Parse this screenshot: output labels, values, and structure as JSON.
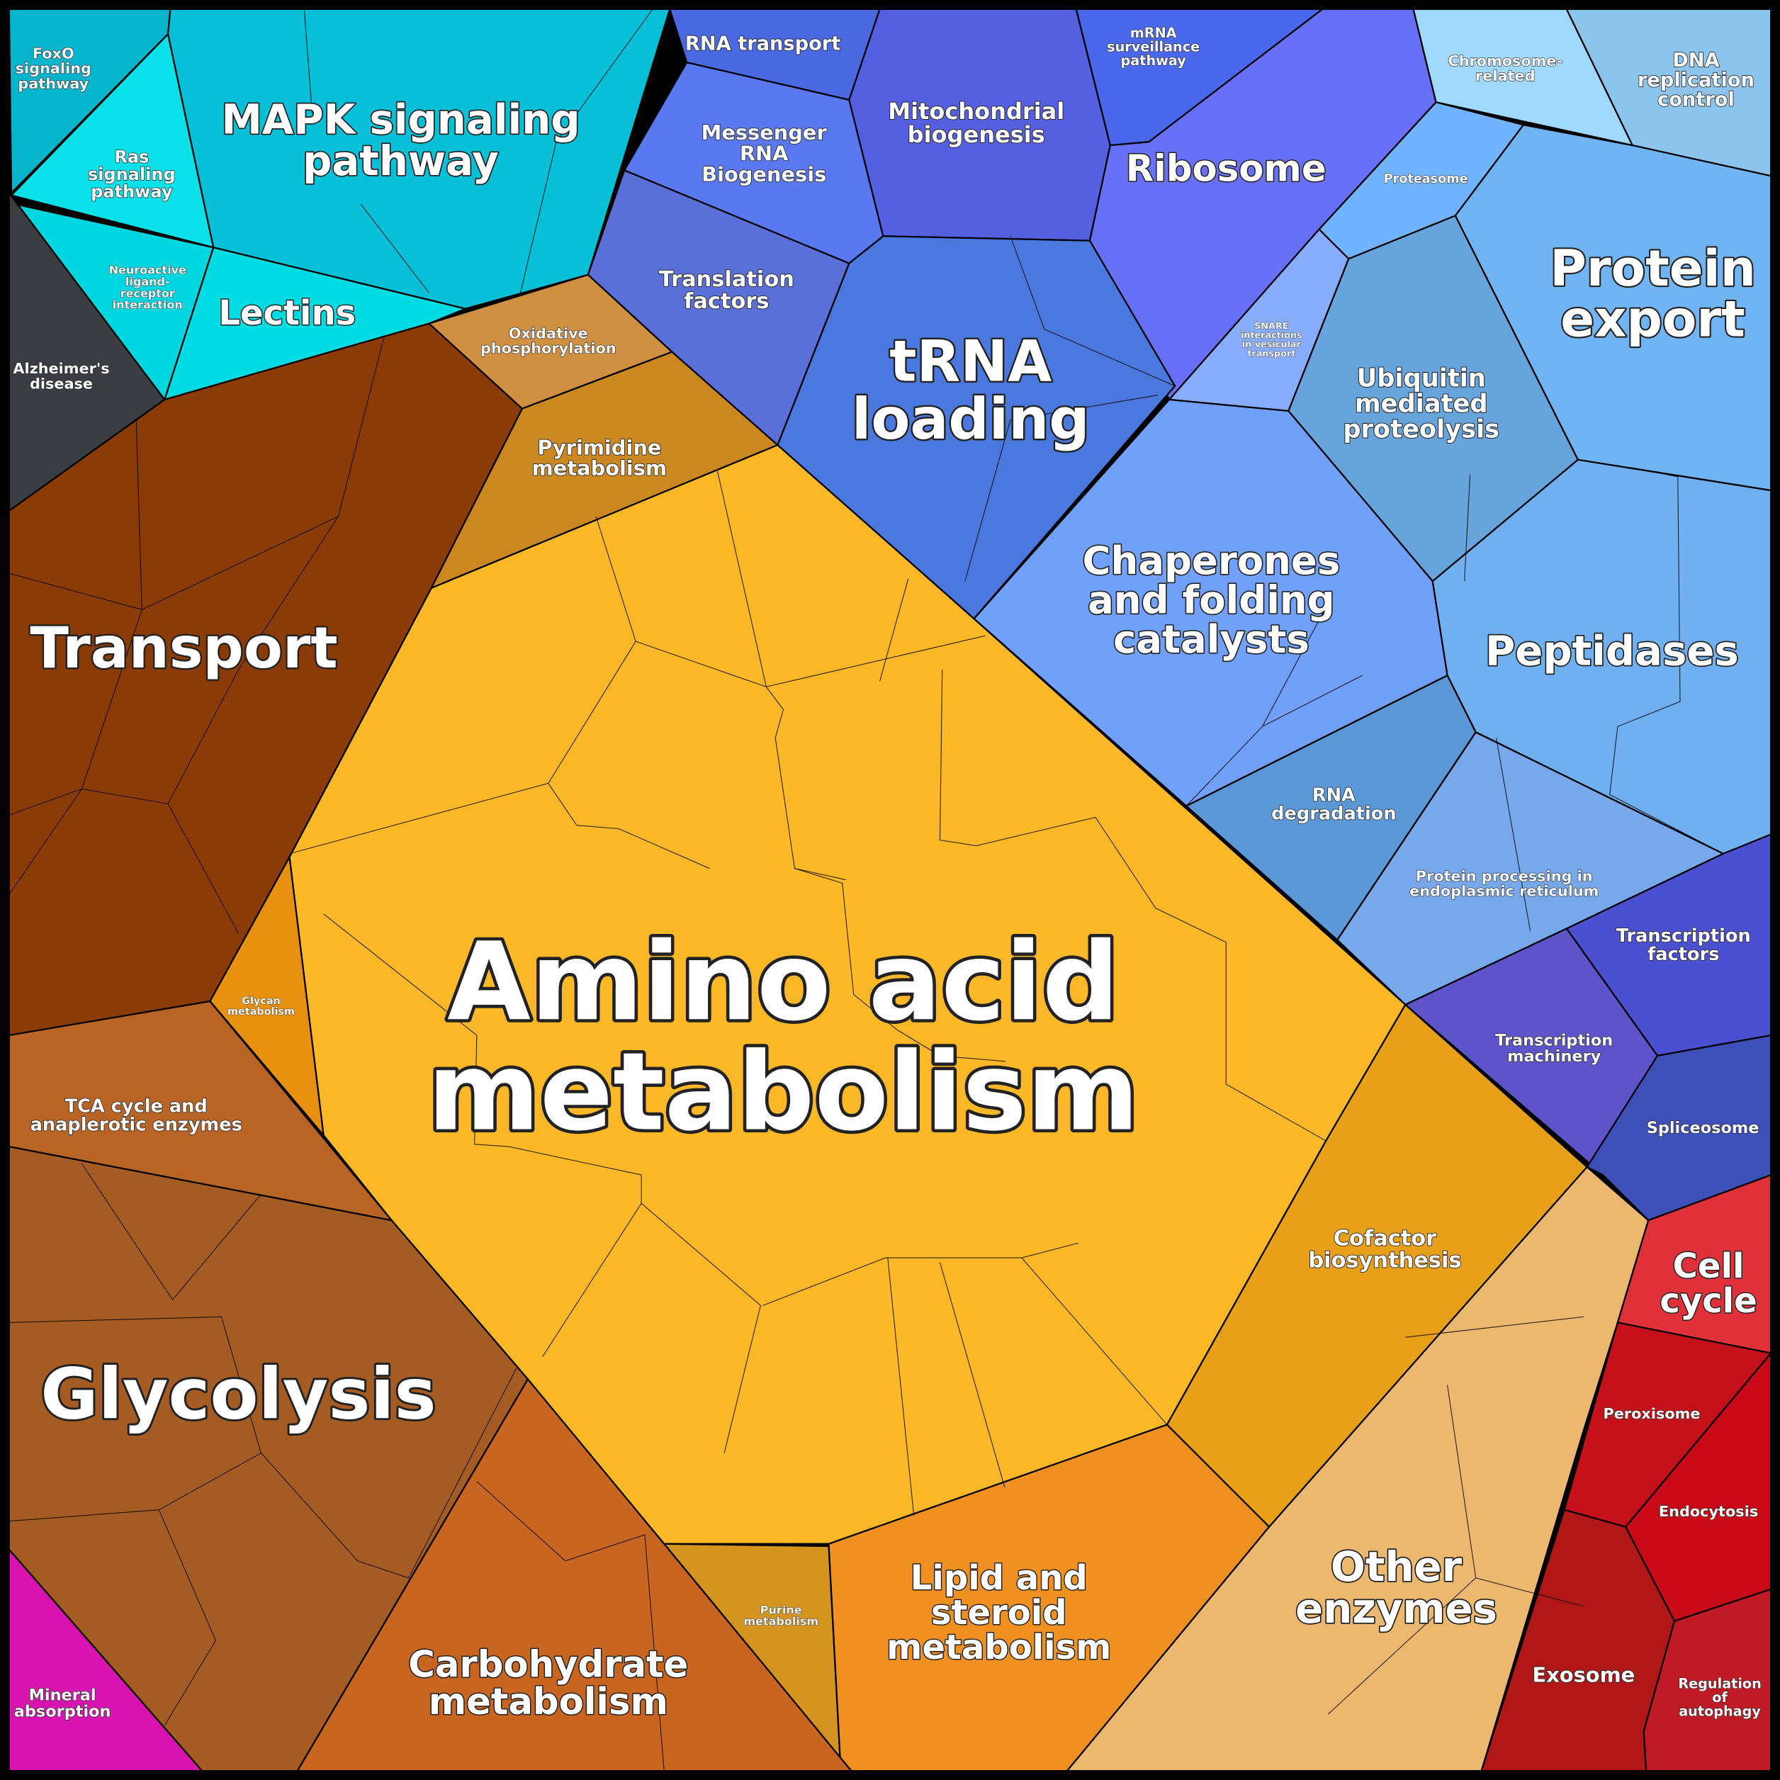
{
  "title": "Proteomap",
  "regions": [
    {
      "id": "foxo",
      "lines": [
        "FoxO",
        "signaling",
        "pathway"
      ],
      "color": "#06b4cc"
    },
    {
      "id": "ras",
      "lines": [
        "Ras",
        "signaling",
        "pathway"
      ],
      "color": "#0ae0e8"
    },
    {
      "id": "mapk",
      "lines": [
        "MAPK signaling",
        "pathway"
      ],
      "color": "#06c0d8"
    },
    {
      "id": "neuro",
      "lines": [
        "Neuroactive",
        "ligand-",
        "receptor",
        "interaction"
      ],
      "color": "#00d6e0"
    },
    {
      "id": "lectins",
      "lines": [
        "Lectins"
      ],
      "color": "#00dce2"
    },
    {
      "id": "alz",
      "lines": [
        "Alzheimer's",
        "disease"
      ],
      "color": "#3a3d42"
    },
    {
      "id": "transport",
      "lines": [
        "Transport"
      ],
      "color": "#8b3c06"
    },
    {
      "id": "oxphos",
      "lines": [
        "Oxidative",
        "phosphorylation"
      ],
      "color": "#d09042"
    },
    {
      "id": "pyr",
      "lines": [
        "Pyrimidine",
        "metabolism"
      ],
      "color": "#cc8820"
    },
    {
      "id": "amino",
      "lines": [
        "Amino acid",
        "metabolism"
      ],
      "color": "#fdb827"
    },
    {
      "id": "glycan",
      "lines": [
        "Glycan",
        "metabolism"
      ],
      "color": "#e89010"
    },
    {
      "id": "cofactor",
      "lines": [
        "Cofactor",
        "biosynthesis"
      ],
      "color": "#e8a018"
    },
    {
      "id": "purine",
      "lines": [
        "Purine",
        "metabolism"
      ],
      "color": "#d49520"
    },
    {
      "id": "lipid",
      "lines": [
        "Lipid and",
        "steroid",
        "metabolism"
      ],
      "color": "#f09020"
    },
    {
      "id": "other",
      "lines": [
        "Other",
        "enzymes"
      ],
      "color": "#ecb870"
    },
    {
      "id": "cellcycle",
      "lines": [
        "Cell",
        "cycle"
      ],
      "color": "#e0303a"
    },
    {
      "id": "perox",
      "lines": [
        "Peroxisome"
      ],
      "color": "#c41018"
    },
    {
      "id": "endo",
      "lines": [
        "Endocytosis"
      ],
      "color": "#c80a18"
    },
    {
      "id": "exo",
      "lines": [
        "Exosome"
      ],
      "color": "#b01818"
    },
    {
      "id": "regul",
      "lines": [
        "Regulation",
        "of",
        "autophagy"
      ],
      "color": "#c01a24"
    },
    {
      "id": "glycolysis",
      "lines": [
        "Glycolysis"
      ],
      "color": "#a55c22"
    },
    {
      "id": "tca",
      "lines": [
        "TCA cycle and",
        "anaplerotic enzymes"
      ],
      "color": "#b86425"
    },
    {
      "id": "carb",
      "lines": [
        "Carbohydrate",
        "metabolism"
      ],
      "color": "#c86520"
    },
    {
      "id": "mineral",
      "lines": [
        "Mineral",
        "absorption"
      ],
      "color": "#d814b0"
    },
    {
      "id": "rnatrans",
      "lines": [
        "RNA transport"
      ],
      "color": "#4a68e0"
    },
    {
      "id": "mrnabio",
      "lines": [
        "Messenger",
        "RNA",
        "Biogenesis"
      ],
      "color": "#5a78f0"
    },
    {
      "id": "transl",
      "lines": [
        "Translation",
        "factors"
      ],
      "color": "#5a70d8"
    },
    {
      "id": "mito",
      "lines": [
        "Mitochondrial",
        "biogenesis"
      ],
      "color": "#5560e0"
    },
    {
      "id": "mrnasurv",
      "lines": [
        "mRNA",
        "surveillance",
        "pathway"
      ],
      "color": "#4a68ec"
    },
    {
      "id": "ribosome",
      "lines": [
        "Ribosome"
      ],
      "color": "#6870f8"
    },
    {
      "id": "trna",
      "lines": [
        "tRNA",
        "loading"
      ],
      "color": "#4a78dc"
    },
    {
      "id": "chrom",
      "lines": [
        "Chromosome-",
        "related"
      ],
      "color": "#a0d8ff"
    },
    {
      "id": "dna",
      "lines": [
        "DNA",
        "replication",
        "control"
      ],
      "color": "#8cc4ec"
    },
    {
      "id": "proteasome",
      "lines": [
        "Proteasome"
      ],
      "color": "#70b4ff"
    },
    {
      "id": "protexp",
      "lines": [
        "Protein",
        "export"
      ],
      "color": "#70b4f4"
    },
    {
      "id": "snare",
      "lines": [
        "SNARE",
        "interactions",
        "in vesicular",
        "transport"
      ],
      "color": "#88acff"
    },
    {
      "id": "ubiq",
      "lines": [
        "Ubiquitin",
        "mediated",
        "proteolysis"
      ],
      "color": "#68a4dc"
    },
    {
      "id": "chap",
      "lines": [
        "Chaperones",
        "and folding",
        "catalysts"
      ],
      "color": "#70a0f8"
    },
    {
      "id": "pept",
      "lines": [
        "Peptidases"
      ],
      "color": "#70b0f0"
    },
    {
      "id": "rnadeg",
      "lines": [
        "RNA",
        "degradation"
      ],
      "color": "#5c98d8"
    },
    {
      "id": "protproc",
      "lines": [
        "Protein processing in",
        "endoplasmic reticulum"
      ],
      "color": "#78a8ec"
    },
    {
      "id": "tf",
      "lines": [
        "Transcription",
        "factors"
      ],
      "color": "#4a50d0"
    },
    {
      "id": "tm",
      "lines": [
        "Transcription",
        "machinery"
      ],
      "color": "#5c54c8"
    },
    {
      "id": "splice",
      "lines": [
        "Spliceosome"
      ],
      "color": "#3e50b8"
    }
  ]
}
